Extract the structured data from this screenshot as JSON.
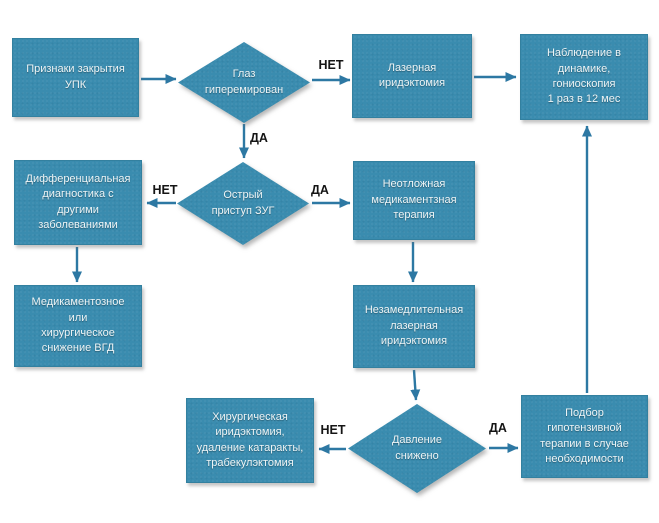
{
  "flowchart": {
    "nodes": {
      "signs": {
        "label": "Признаки закрытия\nУПК",
        "type": "process"
      },
      "eye_hyperemic": {
        "label": "Глаз\nгиперемирован",
        "type": "decision"
      },
      "laser_iridectomy": {
        "label": "Лазерная\nиридэктомия",
        "type": "process"
      },
      "observation": {
        "label": "Наблюдение в\nдинамике, гониоскопия\n1 раз в 12 мес",
        "type": "process"
      },
      "diff_diagnostics": {
        "label": "Дифференциальная\nдиагностика с другими\nзаболеваниями",
        "type": "process"
      },
      "acute_attack": {
        "label": "Острый\nприступ ЗУГ",
        "type": "decision"
      },
      "urgent_therapy": {
        "label": "Неотложная\nмедикаментзная\nтерапия",
        "type": "process"
      },
      "med_surgical_iop": {
        "label": "Медикаментозное или\nхирургическое\nснижение ВГД",
        "type": "process"
      },
      "immediate_laser": {
        "label": "Незамедлительная\nлазерная\nиридэктомия",
        "type": "process"
      },
      "pressure_reduced": {
        "label": "Давление\nснижено",
        "type": "decision"
      },
      "surgical_iridectomy": {
        "label": "Хирургическая\nиридэктомия,\nудаление катаракты,\nтрабекулэктомия",
        "type": "process"
      },
      "hypotensive_therapy": {
        "label": "Подбор гипотензивной\nтерапии в случае\nнеобходимости",
        "type": "process"
      }
    },
    "edge_labels": {
      "yes": "ДА",
      "no": "НЕТ"
    },
    "edges": [
      {
        "from": "signs",
        "to": "eye_hyperemic",
        "label": ""
      },
      {
        "from": "eye_hyperemic",
        "to": "laser_iridectomy",
        "label": "НЕТ"
      },
      {
        "from": "laser_iridectomy",
        "to": "observation",
        "label": ""
      },
      {
        "from": "eye_hyperemic",
        "to": "acute_attack",
        "label": "ДА"
      },
      {
        "from": "acute_attack",
        "to": "diff_diagnostics",
        "label": "НЕТ"
      },
      {
        "from": "acute_attack",
        "to": "urgent_therapy",
        "label": "ДА"
      },
      {
        "from": "diff_diagnostics",
        "to": "med_surgical_iop",
        "label": ""
      },
      {
        "from": "urgent_therapy",
        "to": "immediate_laser",
        "label": ""
      },
      {
        "from": "immediate_laser",
        "to": "pressure_reduced",
        "label": ""
      },
      {
        "from": "pressure_reduced",
        "to": "surgical_iridectomy",
        "label": "НЕТ"
      },
      {
        "from": "pressure_reduced",
        "to": "hypotensive_therapy",
        "label": "ДА"
      },
      {
        "from": "hypotensive_therapy",
        "to": "observation",
        "label": ""
      }
    ],
    "colors": {
      "node_fill": "#3a8caf",
      "arrow": "#2d78a3",
      "node_text": "#eef5f7",
      "edge_label_text": "#151515",
      "bg": "#ffffff"
    }
  }
}
